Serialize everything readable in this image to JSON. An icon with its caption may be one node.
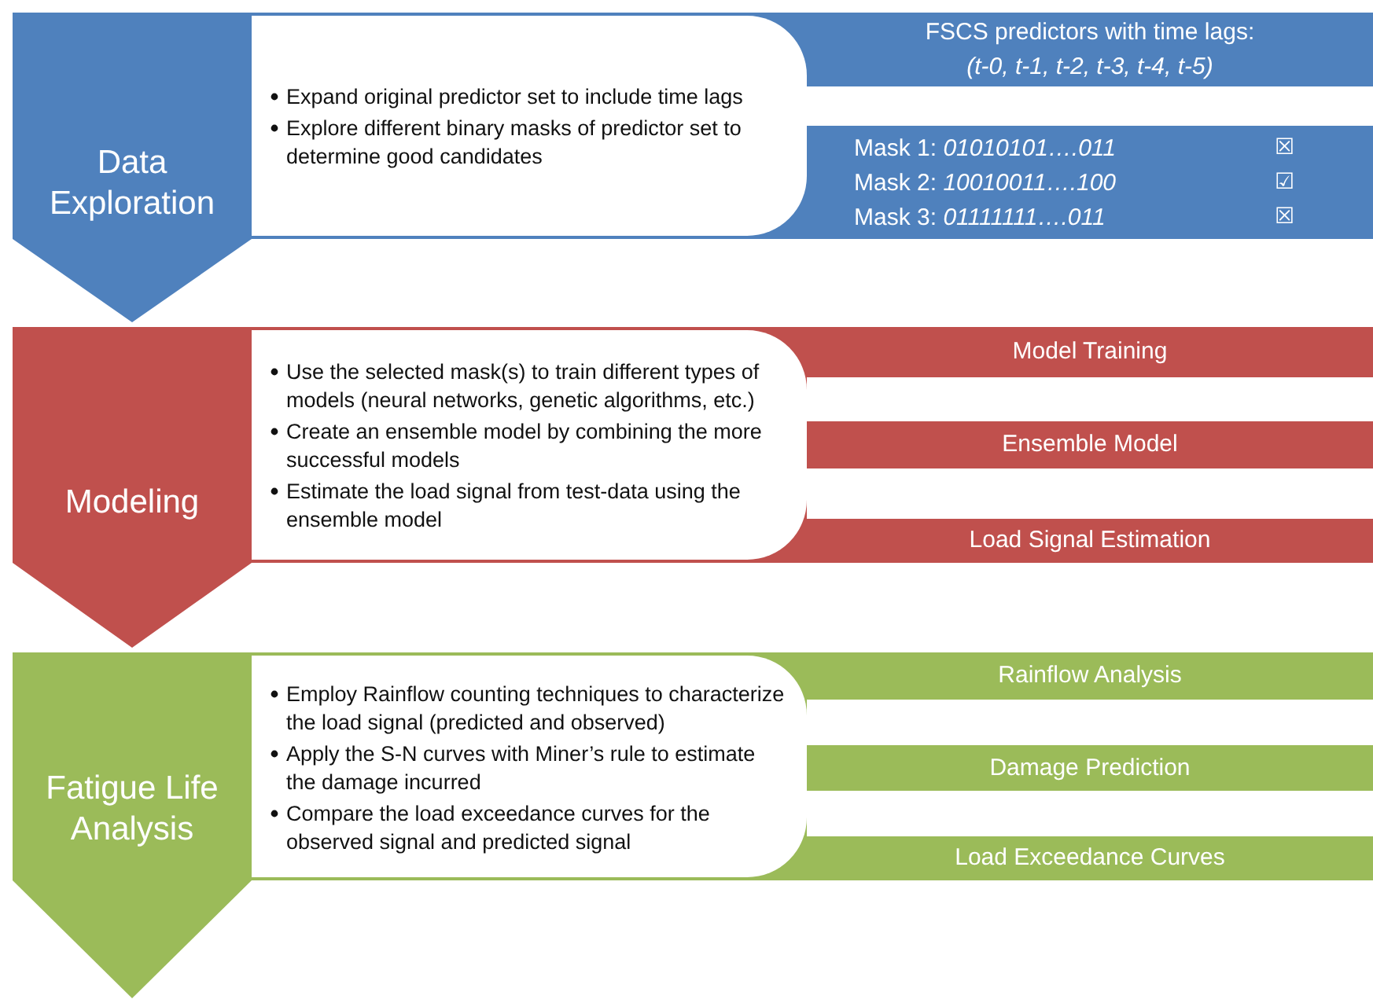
{
  "diagram": {
    "nodes": [
      {
        "text": [
          "Data Exploration"
        ]
      },
      {
        "text": [
          "Expand original predictor set to include time lags",
          "Explore different binary masks of predictor set to determine good candidates"
        ]
      },
      {
        "text": [
          "FSCS predictors with time lags:",
          "*(t-0, t-1, t-2, t-3, t-4, t-5)*"
        ]
      },
      {
        "text": [],
        "shape": "bar"
      },
      {
        "text": [
          "Mask 1: *01010101….011*",
          "☒"
        ],
        "in": 3
      },
      {
        "text": [
          "Mask 2: *10010011….100*",
          "☑"
        ],
        "in": 3
      },
      {
        "text": [
          "Mask 3: *01111111….011*",
          "☒"
        ],
        "in": 3
      },
      {
        "text": [
          "Modeling"
        ]
      },
      {
        "text": [
          "Use the selected mask(s) to train different types of models (neural networks, genetic algorithms, etc.)",
          "Create an ensemble model by combining the more successful models",
          "Estimate the load signal from test-data using the ensemble model"
        ]
      },
      {
        "text": [
          "Model Training"
        ]
      },
      {
        "text": [
          "Ensemble Model"
        ]
      },
      {
        "text": [
          "Load Signal Estimation"
        ]
      },
      {
        "text": [
          "Fatigue Life Analysis"
        ]
      },
      {
        "text": [
          "Employ Rainflow counting techniques to characterize the load signal (predicted and observed)",
          "Apply the S-N curves with Miner’s rule to estimate the damage incurred",
          "Compare the load exceedance curves for the observed signal and predicted signal"
        ]
      },
      {
        "text": [
          "Rainflow Analysis"
        ]
      },
      {
        "text": [
          "Damage Prediction"
        ]
      },
      {
        "text": [
          "Load Exceedance Curves"
        ]
      }
    ],
    "edges": [
      {
        "from": 0,
        "to": 7,
        "arrow": "to"
      },
      {
        "from": 7,
        "to": 12,
        "arrow": "to"
      },
      {
        "from": 12,
        "to": null,
        "arrow": "to"
      }
    ]
  }
}
